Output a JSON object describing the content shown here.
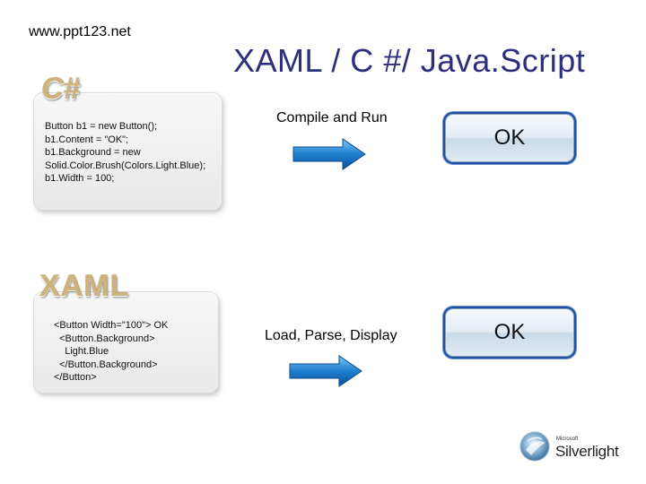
{
  "header": {
    "site": "www.ppt123.net",
    "title": "XAML / C #/ Java.Script"
  },
  "csharp": {
    "label": "C#",
    "code": "Button b1 = new Button();\nb1.Content = \"OK\";\nb1.Background = new\nSolid.Color.Brush(Colors.Light.Blue);\nb1.Width = 100;",
    "step": "Compile and Run",
    "result": "OK"
  },
  "xaml": {
    "label": "XAML",
    "code": "<Button Width=\"100\"> OK\n  <Button.Background>\n    Light.Blue\n  </Button.Background>\n</Button>",
    "step": "Load, Parse, Display",
    "result": "OK"
  },
  "logo": {
    "small": "Microsoft",
    "word": "Silverlight"
  },
  "colors": {
    "title": "#2e2e7e",
    "arrow": "#1e7fd0",
    "button_border": "#1f4ea6",
    "label_gold": "#cdb27a"
  }
}
